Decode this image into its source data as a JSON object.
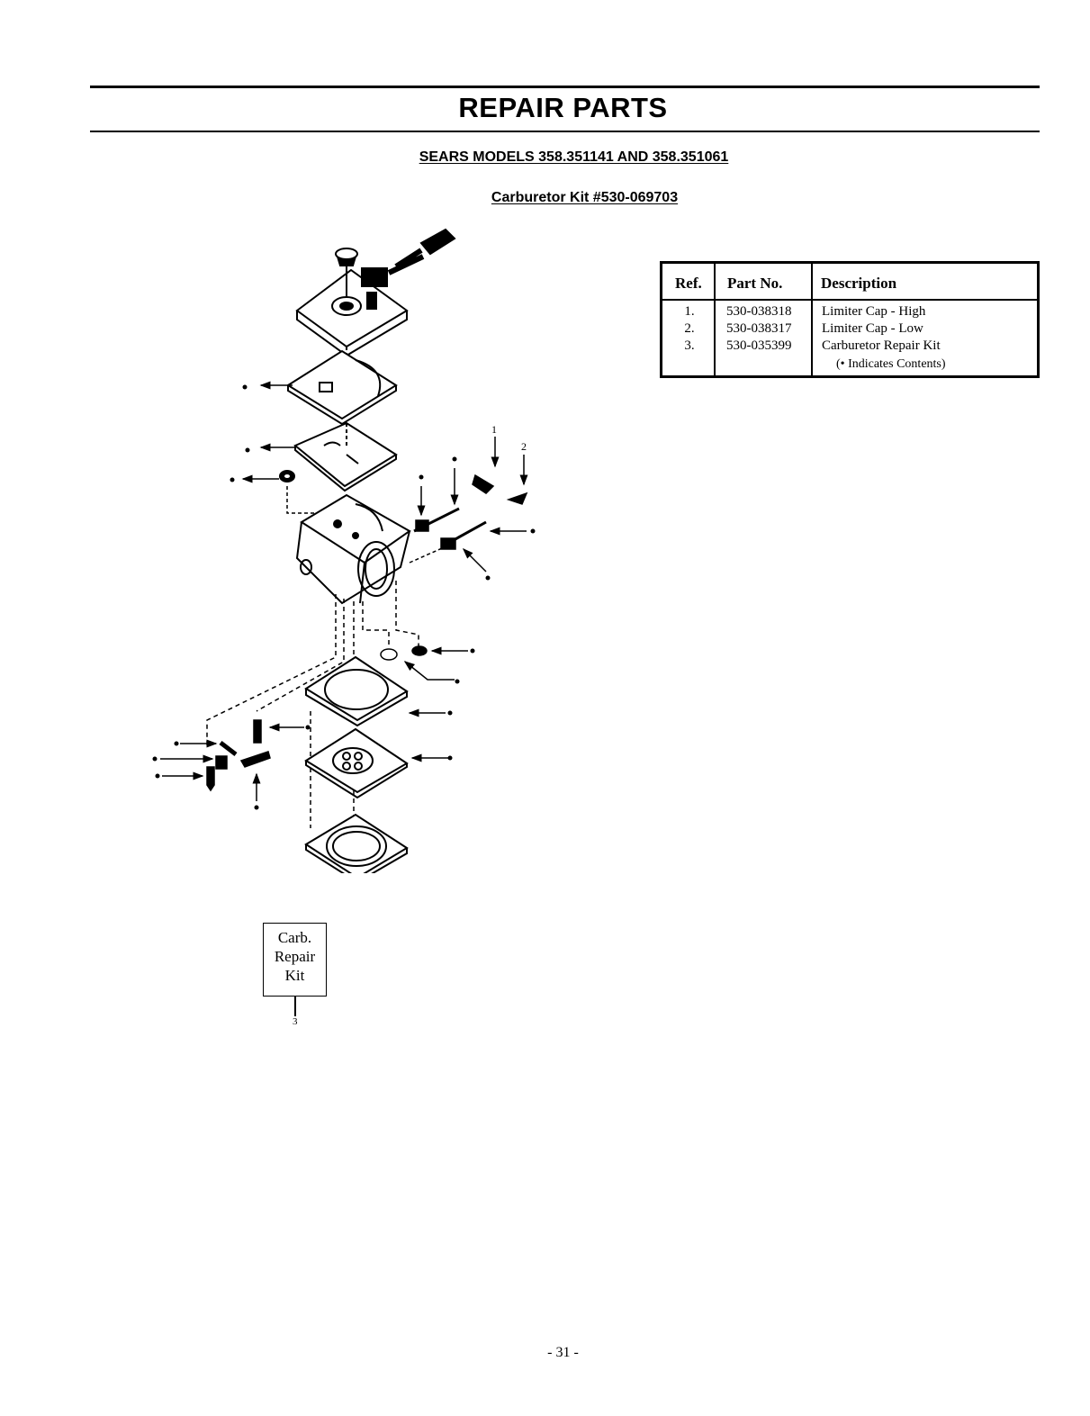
{
  "header": {
    "title": "REPAIR PARTS",
    "models": "SEARS MODELS 358.351141 AND 358.351061",
    "kit": "Carburetor Kit #530-069703"
  },
  "parts_table": {
    "columns": [
      "Ref.",
      "Part No.",
      "Description"
    ],
    "rows": [
      {
        "ref": "1.",
        "part_no": "530-038318",
        "description": "Limiter Cap - High"
      },
      {
        "ref": "2.",
        "part_no": "530-038317",
        "description": "Limiter Cap - Low"
      },
      {
        "ref": "3.",
        "part_no": "530-035399",
        "description": "Carburetor Repair Kit"
      }
    ],
    "note": "(• Indicates Contents)"
  },
  "diagram": {
    "callout_1": "1",
    "callout_2": "2",
    "kit_label_lines": [
      "Carb.",
      "Repair",
      "Kit"
    ],
    "kit_ref": "3"
  },
  "page_number": "- 31 -"
}
